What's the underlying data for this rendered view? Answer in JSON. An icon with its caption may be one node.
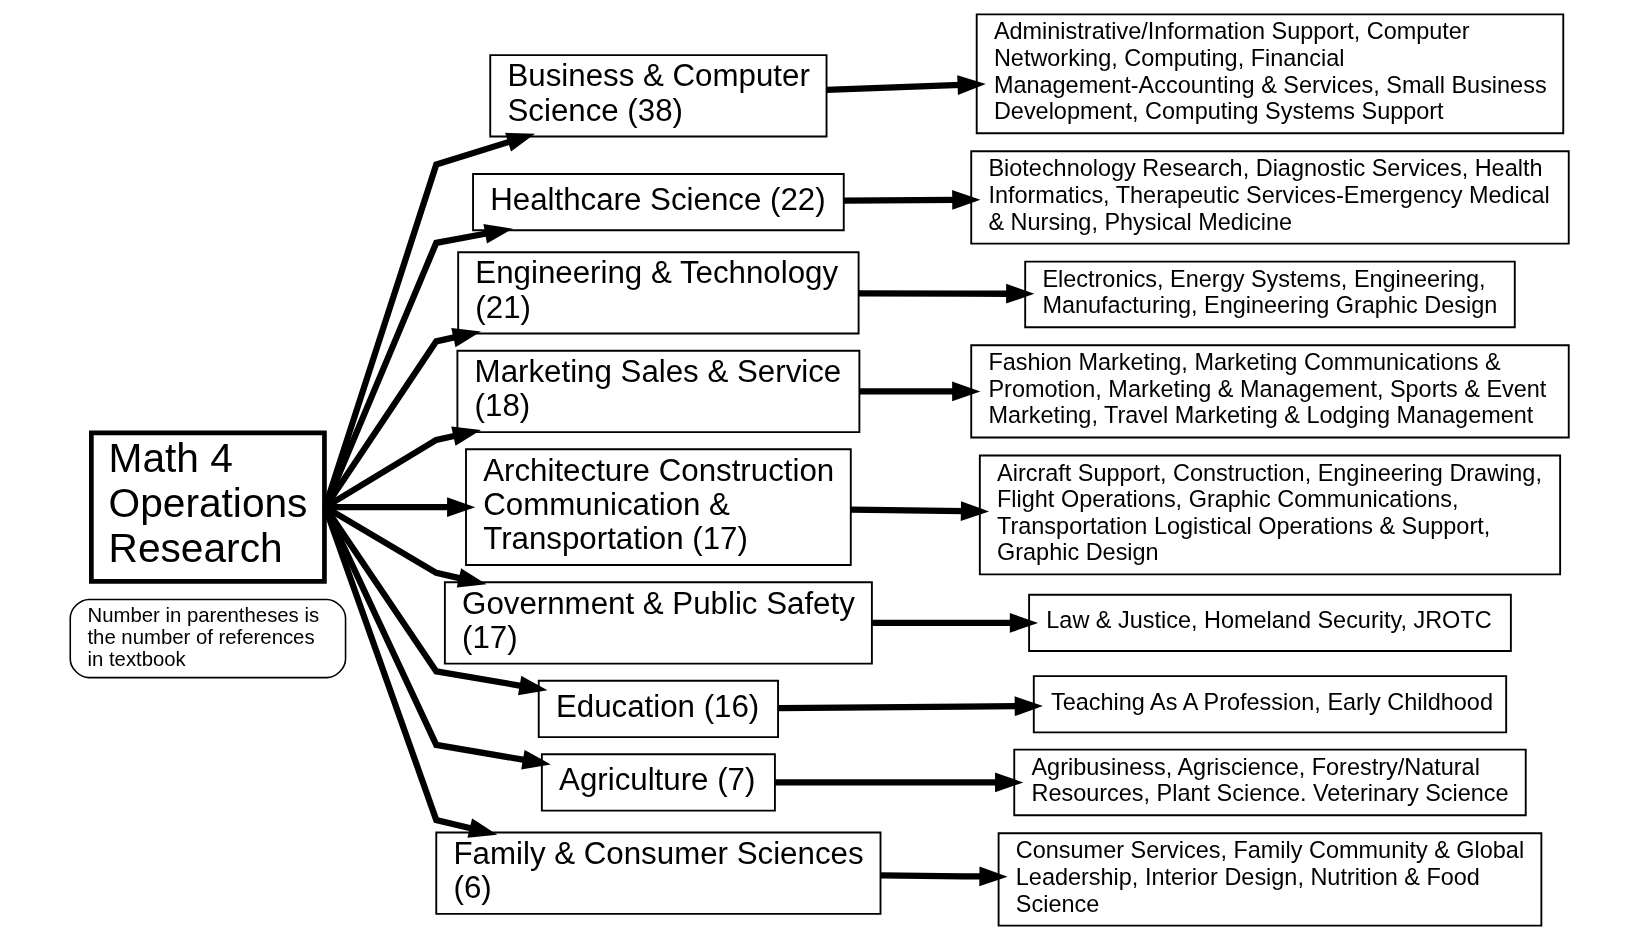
{
  "diagram": {
    "nodes": [
      {
        "text": [
          "Math 4 Operations Research"
        ]
      },
      {
        "text": [
          "Business & Computer Science (38)"
        ]
      },
      {
        "text": [
          "Administrative/Information Support, Computer Networking, Computing, Financial Management-Accounting & Services, Small Business Development, Computing Systems Support"
        ]
      },
      {
        "text": [
          "Healthcare Science (22)"
        ]
      },
      {
        "text": [
          "Biotechnology Research, Diagnostic Services, Health Informatics, Therapeutic Services-Emergency Medical & Nursing, Physical Medicine"
        ]
      },
      {
        "text": [
          "Engineering & Technology (21)"
        ]
      },
      {
        "text": [
          "Electronics, Energy Systems, Engineering, Manufacturing, Engineering Graphic Design"
        ]
      },
      {
        "text": [
          "Marketing Sales & Service (18)"
        ]
      },
      {
        "text": [
          "Fashion Marketing, Marketing Communications & Promotion, Marketing & Management, Sports & Event Marketing, Travel Marketing & Lodging Management"
        ]
      },
      {
        "text": [
          "Architecture Construction Communication & Transportation (17)"
        ]
      },
      {
        "text": [
          "Aircraft Support, Construction, Engineering Drawing, Flight Operations, Graphic Communications, Transportation Logistical Operations & Support, Graphic Design"
        ]
      },
      {
        "text": [
          "Government & Public Safety (17)"
        ]
      },
      {
        "text": [
          "Law & Justice, Homeland Security, JROTC"
        ]
      },
      {
        "text": [
          "Education (16)"
        ]
      },
      {
        "text": [
          "Teaching As A Profession, Early Childhood"
        ]
      },
      {
        "text": [
          "Agriculture (7)"
        ]
      },
      {
        "text": [
          "Agribusiness, Agriscience, Forestry/Natural Resources, Plant Science. Veterinary Science"
        ]
      },
      {
        "text": [
          "Family & Consumer Sciences (6)"
        ]
      },
      {
        "text": [
          "Consumer Services, Family Community & Global Leadership, Interior Design, Nutrition & Food Science"
        ]
      },
      {
        "text": [
          "Number in parentheses is the number of references in textbook"
        ]
      }
    ],
    "edges": [
      {
        "from": 0,
        "to": 1,
        "arrow": "to"
      },
      {
        "from": 0,
        "to": 3,
        "arrow": "to"
      },
      {
        "from": 0,
        "to": 5,
        "arrow": "to"
      },
      {
        "from": 0,
        "to": 7,
        "arrow": "to"
      },
      {
        "from": 0,
        "to": 9,
        "arrow": "to"
      },
      {
        "from": 0,
        "to": 11,
        "arrow": "to"
      },
      {
        "from": 0,
        "to": 13,
        "arrow": "to"
      },
      {
        "from": 0,
        "to": 15,
        "arrow": "to"
      },
      {
        "from": 0,
        "to": 17,
        "arrow": "to"
      },
      {
        "from": 1,
        "to": 2,
        "arrow": "to"
      },
      {
        "from": 3,
        "to": 4,
        "arrow": "to"
      },
      {
        "from": 5,
        "to": 6,
        "arrow": "to"
      },
      {
        "from": 7,
        "to": 8,
        "arrow": "to"
      },
      {
        "from": 9,
        "to": 10,
        "arrow": "to"
      },
      {
        "from": 11,
        "to": 12,
        "arrow": "to"
      },
      {
        "from": 13,
        "to": 14,
        "arrow": "to"
      },
      {
        "from": 15,
        "to": 16,
        "arrow": "to"
      },
      {
        "from": 17,
        "to": 18,
        "arrow": "to"
      }
    ]
  }
}
